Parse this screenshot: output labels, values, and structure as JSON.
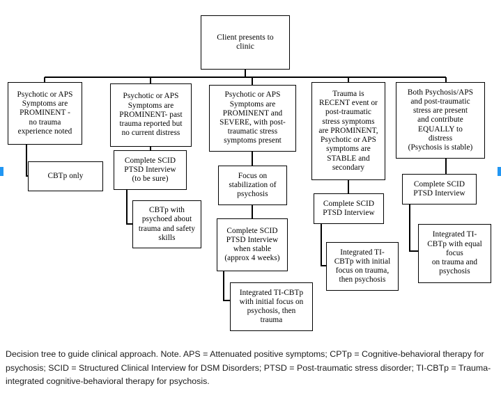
{
  "figure": {
    "title": "Decision tree to guide clinical approach",
    "root": {
      "id": "root",
      "label": "Client presents to\nclinic"
    },
    "branches": [
      {
        "id": "branch-1",
        "label": "Psychotic or APS\nSymptoms are\nPROMINENT -\nno trauma\nexperience noted",
        "children": [
          {
            "id": "branch-1-outcome",
            "label": "CBTp only"
          }
        ]
      },
      {
        "id": "branch-2",
        "label": "Psychotic or APS\nSymptoms are\nPROMINENT- past\ntrauma reported but\nno current distress",
        "children": [
          {
            "id": "branch-2-step-1",
            "label": "Complete SCID\nPTSD Interview\n(to be sure)"
          },
          {
            "id": "branch-2-outcome",
            "label": "CBTp with\npsychoed about\ntrauma and safety\nskills"
          }
        ]
      },
      {
        "id": "branch-3",
        "label": "Psychotic or APS\nSymptoms are\nPROMINENT and\nSEVERE, with post-\ntraumatic stress\nsymptoms present",
        "children": [
          {
            "id": "branch-3-step-1",
            "label": "Focus on\nstabilization of\npsychosis"
          },
          {
            "id": "branch-3-step-2",
            "label": "Complete SCID\nPTSD Interview\nwhen stable\n(approx 4 weeks)"
          },
          {
            "id": "branch-3-outcome",
            "label": "Integrated TI-CBTp\nwith initial focus on\npsychosis, then\ntrauma"
          }
        ]
      },
      {
        "id": "branch-4",
        "label": "Trauma is\nRECENT event or\npost-traumatic\nstress symptoms\nare PROMINENT,\nPsychotic or APS\nsymptoms are\nSTABLE and\nsecondary",
        "children": [
          {
            "id": "branch-4-step-1",
            "label": "Complete SCID\nPTSD Interview"
          },
          {
            "id": "branch-4-outcome",
            "label": "Integrated TI-\nCBTp with initial\nfocus on trauma,\nthen psychosis"
          }
        ]
      },
      {
        "id": "branch-5",
        "label": "Both Psychosis/APS\nand post-traumatic\nstress are present\nand contribute\nEQUALLY to\ndistress\n(Psychosis is stable)",
        "children": [
          {
            "id": "branch-5-step-1",
            "label": "Complete SCID\nPTSD Interview"
          },
          {
            "id": "branch-5-outcome",
            "label": "Integrated TI-\nCBTp with equal\nfocus\non trauma and\npsychosis"
          }
        ]
      }
    ]
  },
  "caption": {
    "text": "Decision tree to guide clinical approach. Note. APS = Attenuated positive symptoms; CPTp = Cognitive-behavioral therapy for psychosis; SCID = Structured Clinical Interview for DSM Disorders; PTSD = Post-traumatic stress disorder; TI-CBTp = Trauma-integrated cognitive-behavioral therapy for psychosis."
  },
  "colors": {
    "box_border": "#000000",
    "background": "#ffffff",
    "text": "#000000",
    "artifact_blue": "#2196f3"
  }
}
